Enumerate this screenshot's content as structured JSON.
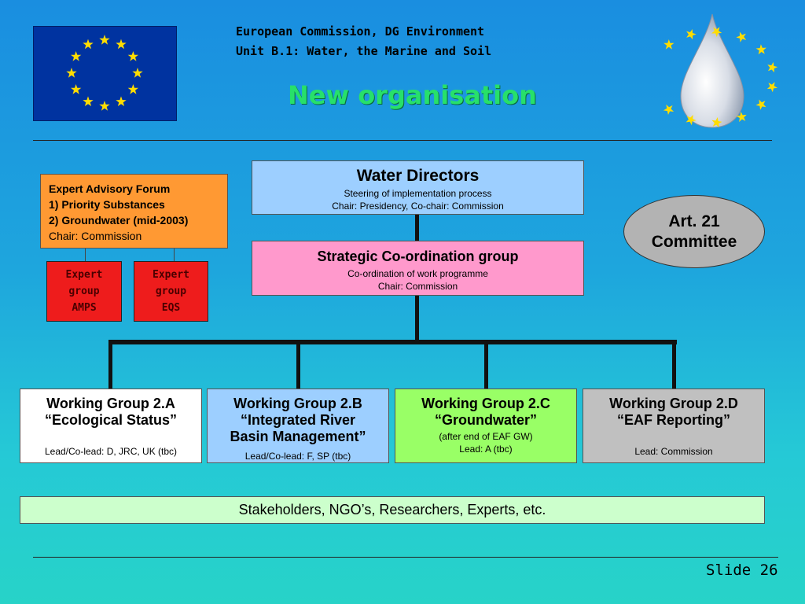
{
  "header": {
    "line1": "European Commission, DG Environment",
    "line2": "Unit B.1: Water, the Marine and Soil",
    "title": "New organisation"
  },
  "water_directors": {
    "title": "Water Directors",
    "line1": "Steering of implementation process",
    "line2": "Chair: Presidency, Co-chair: Commission"
  },
  "strategic": {
    "title": "Strategic Co-ordination group",
    "line1": "Co-ordination of work programme",
    "line2": "Chair: Commission"
  },
  "art21": {
    "line1": "Art. 21",
    "line2": "Committee"
  },
  "expert_forum": {
    "line1": "Expert Advisory Forum",
    "line2": "1) Priority Substances",
    "line3": "2) Groundwater (mid-2003)",
    "line4": "Chair: Commission"
  },
  "expert_groups": [
    {
      "l1": "Expert",
      "l2": "group",
      "l3": "AMPS"
    },
    {
      "l1": "Expert",
      "l2": "group",
      "l3": "EQS"
    }
  ],
  "working_groups": [
    {
      "title": "Working Group 2.A",
      "sub1": "“Ecological Status”",
      "sub2": "",
      "note": "",
      "lead": "Lead/Co-lead: D, JRC, UK (tbc)"
    },
    {
      "title": "Working Group 2.B",
      "sub1": "“Integrated River",
      "sub2": "Basin Management”",
      "note": "",
      "lead": "Lead/Co-lead: F, SP (tbc)"
    },
    {
      "title": "Working Group 2.C",
      "sub1": "“Groundwater”",
      "sub2": "",
      "note": "(after end of EAF GW)",
      "lead": "Lead: A (tbc)"
    },
    {
      "title": "Working Group 2.D",
      "sub1": "“EAF Reporting”",
      "sub2": "",
      "note": "",
      "lead": "Lead: Commission"
    }
  ],
  "stakeholders": "Stakeholders, NGO’s, Researchers, Experts, etc.",
  "footer": {
    "slide": "Slide 26"
  },
  "colors": {
    "water_directors_bg": "#9dcfff",
    "strategic_bg": "#ff99cc",
    "art21_bg": "#b3b3b3",
    "forum_bg": "#ff9933",
    "expert_group_bg": "#ee1c1c",
    "wg_a_bg": "#ffffff",
    "wg_b_bg": "#9dcfff",
    "wg_c_bg": "#99ff66",
    "wg_d_bg": "#c0c0c0",
    "stakeholders_bg": "#ccffcc",
    "title": "#27e06a"
  },
  "icons": [
    "eu-flag-icon",
    "water-drop-logo-icon"
  ]
}
